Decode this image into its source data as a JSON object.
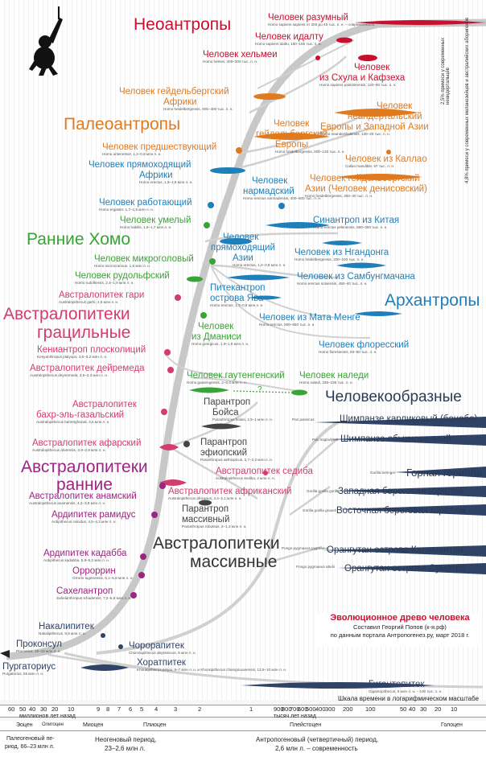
{
  "colors": {
    "neo": "#c8102e",
    "paleo": "#e07a1f",
    "erectus": "#1f7fb8",
    "homo": "#3aa335",
    "grac": "#d23c6e",
    "early": "#9b2582",
    "robust": "#444444",
    "ape": "#2f4366",
    "trunk": "#c7c7c7"
  },
  "groups": {
    "neo": "Неоантропы",
    "paleo": "Палеоантропы",
    "early_homo": "Ранние Хомо",
    "archanthropes": "Архантропы",
    "grac_1": "Австралопитеки",
    "grac_2": "грацильные",
    "apes": "Человекообразные",
    "early_1": "Австралопитеки",
    "early_2": "ранние",
    "robust_1": "Австралопитеки",
    "robust_2": "массивные"
  },
  "species": [
    {
      "id": "sapiens",
      "ru": "Человек разумный",
      "la": "Homo sapiens sapiens от 200 до 45 тыс. л. н. – современность"
    },
    {
      "id": "idaltu",
      "ru": "Человек идалту",
      "la": "Homo sapiens idaltu, 160–155 тыс. л. н."
    },
    {
      "id": "helmei",
      "ru": "Человек хельмеи",
      "la": "Homo helmei, 400–200 тыс. л. н."
    },
    {
      "id": "skhul1",
      "ru": "Человек",
      "la": ""
    },
    {
      "id": "skhul2",
      "ru": "из Схула и Кафзеха",
      "la": "Homo sapiens palestinensis, 120–80 тыс. л. н."
    },
    {
      "id": "heid_af1",
      "ru": "Человек гейдельбергский",
      "la": ""
    },
    {
      "id": "heid_af2",
      "ru": "Африки",
      "la": "Homo heidelbergensis, 600–400 тыс. л. н."
    },
    {
      "id": "neand1",
      "ru": "Человек",
      "la": ""
    },
    {
      "id": "neand2",
      "ru": "неандертальский",
      "la": ""
    },
    {
      "id": "neand3",
      "ru": "Европы и Западной Азии",
      "la": "Homo neanderthalensis, 130–28 тыс. л. н."
    },
    {
      "id": "heid_eu1",
      "ru": "Человек",
      "la": ""
    },
    {
      "id": "heid_eu2",
      "ru": "гейдельбергский",
      "la": ""
    },
    {
      "id": "heid_eu3",
      "ru": "Европы",
      "la": "Homo heidelbergensis, 800–130 тыс. л. н."
    },
    {
      "id": "antecessor",
      "ru": "Человек предшествующий",
      "la": "Homo antecessor, 1,2–0,8 млн л. н."
    },
    {
      "id": "callao",
      "ru": "Человек из Каллао",
      "la": "Callao mandible, 67 тыс. л. н."
    },
    {
      "id": "denis1",
      "ru": "Человек гейдельбергский",
      "la": ""
    },
    {
      "id": "denis2",
      "ru": "Азии (Человек денисовский)",
      "la": "Homo heidelbergensis, 350–40 тыс. л. н."
    },
    {
      "id": "erect_af1",
      "ru": "Человек прямоходящий",
      "la": ""
    },
    {
      "id": "erect_af2",
      "ru": "Африки",
      "la": "Homo erectus, 1,5–1,9 млн л. н."
    },
    {
      "id": "nard1",
      "ru": "Человек",
      "la": ""
    },
    {
      "id": "nard2",
      "ru": "нармадский",
      "la": "Homo erectus narmadensis, 400–500 тыс. л. н."
    },
    {
      "id": "ergaster",
      "ru": "Человек работающий",
      "la": "Homo ergaster, 1,7–1,5 млн л. н."
    },
    {
      "id": "habilis",
      "ru": "Человек умелый",
      "la": "Homo habilis, 1,9–1,7 млн л. н."
    },
    {
      "id": "sinan",
      "ru": "Синантроп из Китая",
      "la": "Homo erectus pekinensis, 580–250 тыс. л. н."
    },
    {
      "id": "erect_as1",
      "ru": "Человек",
      "la": ""
    },
    {
      "id": "erect_as2",
      "ru": "прямоходящий",
      "la": ""
    },
    {
      "id": "erect_as3",
      "ru": "Азии",
      "la": "Homo erectus, 1,2–0,8 млн л. н."
    },
    {
      "id": "micro",
      "ru": "Человек микроголовый",
      "la": "Homo microcranous, 1,6 млн л. н."
    },
    {
      "id": "ngandong",
      "ru": "Человек из Нгандонга",
      "la": "Homo heidelbergensis, 200–100 тыс. л. н."
    },
    {
      "id": "rudolf",
      "ru": "Человек рудольфский",
      "la": "Homo rudolfensis, 2,4–1,9 млн л. н."
    },
    {
      "id": "sambung",
      "ru": "Человек из Самбунгмачана",
      "la": "Homo erectus soloensis, 450–40 тыс. л. н."
    },
    {
      "id": "java1",
      "ru": "Питекантроп",
      "la": ""
    },
    {
      "id": "java2",
      "ru": "острова Ява",
      "la": "Homo erectus, 1,7–0,8 млн л. н."
    },
    {
      "id": "garhi",
      "ru": "Австралопитек гари",
      "la": "Australopithecus garhi, 2,5 млн л. н."
    },
    {
      "id": "menge",
      "ru": "Человек из Мата Менге",
      "la": "Homo erectus, 800–650 тыс. л. н."
    },
    {
      "id": "dmanisi1",
      "ru": "Человек",
      "la": ""
    },
    {
      "id": "dmanisi2",
      "ru": "из Дманиси",
      "la": "Homo georgicus, 1,9–1,8 млн л. н."
    },
    {
      "id": "flores",
      "ru": "Человек флоресский",
      "la": "Homo floresiensis, 93–50 тыс. л. н."
    },
    {
      "id": "kenyan",
      "ru": "Кениантроп плосколиций",
      "la": "Kenyanthropus platyops, 3,5–3,2 млн л. н."
    },
    {
      "id": "deyrem",
      "ru": "Австралопитек дейремеда",
      "la": "Australopithecus deyiremeda, 3,5–3,3 млн л. н."
    },
    {
      "id": "gauteng",
      "ru": "Человек гаутенгенский",
      "la": "Homo gautengensis, 2–0,8 млн л. н."
    },
    {
      "id": "naledi",
      "ru": "Человек наледи",
      "la": "Homo naledi, 335–236 тыс. л. н."
    },
    {
      "id": "bahr1",
      "ru": "Австралопитек",
      "la": ""
    },
    {
      "id": "bahr2",
      "ru": "бахр-эль-газальский",
      "la": "Australopithecus bahrelghazali, 3,6 млн л. н."
    },
    {
      "id": "boisei1",
      "ru": "Парантроп",
      "la": ""
    },
    {
      "id": "boisei2",
      "ru": "Бойса",
      "la": "Paranthropus boisei, 2,5–1 млн л. н."
    },
    {
      "id": "afar",
      "ru": "Австралопитек афарский",
      "la": "Australopithecus afarensis, 3,9–2,9 млн л. н."
    },
    {
      "id": "aethiop1",
      "ru": "Парантроп",
      "la": ""
    },
    {
      "id": "aethiop2",
      "ru": "эфиопский",
      "la": "Paranthropus aethiopicus, 2,7–2,3 млн л. н."
    },
    {
      "id": "sediba",
      "ru": "Австралопитек седиба",
      "la": "Australopithecus sediba, 2 млн л. н."
    },
    {
      "id": "anamensis",
      "ru": "Австралопитек анамский",
      "la": "Australopithecus anamensis, 4,2–3,8 млн л. н."
    },
    {
      "id": "africanus",
      "ru": "Австралопитек африканский",
      "la": "Australopithecus africanus, 3,4–2,1 млн л. н."
    },
    {
      "id": "ramidus",
      "ru": "Ардипитек рамидус",
      "la": "Ardipithecus ramidus, 4,5–4,3 млн л. н."
    },
    {
      "id": "robustus1",
      "ru": "Парантроп",
      "la": ""
    },
    {
      "id": "robustus2",
      "ru": "массивный",
      "la": "Paranthropus robustus, 2–1,3 млн л. н."
    },
    {
      "id": "kadabba",
      "ru": "Ардипитек кадабба",
      "la": "Ardipithecus kadabba, 5,8–5,2 млн л. н."
    },
    {
      "id": "orrorin",
      "ru": "Орроррин",
      "la": "Orrorin tugenensis, 6,1–5,8 млн л. н."
    },
    {
      "id": "sahel",
      "ru": "Сахелантроп",
      "la": "Sahelanthropus tchadensis, 7,2–6,8 млн л. н."
    },
    {
      "id": "nakali",
      "ru": "Накалипитек",
      "la": "Nakalipithecus, 9,8 млн л. н."
    },
    {
      "id": "proconsul",
      "ru": "Проконсул",
      "la": "Proconsul, 18–15 млн л. н."
    },
    {
      "id": "chorora",
      "ru": "Чорорапитек",
      "la": "Chororapithecus abyssinicus, 8 млн л. н."
    },
    {
      "id": "purga",
      "ru": "Пургаториус",
      "la": "Purgatorius, 65 млн л. н."
    },
    {
      "id": "khorat",
      "ru": "Хоратпитек",
      "la": "Khoratpithecus piriyai, 9–7 млн л. н. и Khoratpithecus chiangmuanensis, 13,5–10 млн л. н."
    },
    {
      "id": "giganto",
      "ru": "Гигантопитек",
      "la": "Gigantopithecus, 9 млн л. н. – 100 тыс. л. н."
    }
  ],
  "apes": [
    {
      "id": "bonobo",
      "ru": "Шимпанзе карликовый (бонобо)",
      "la": "Pan paniscus"
    },
    {
      "id": "chimp",
      "ru": "Шимпанзе обыкновенный",
      "la": "Pan troglodytes"
    },
    {
      "id": "gorilla",
      "ru": "Горная горилла",
      "la": "Gorilla beringei"
    },
    {
      "id": "wgorilla",
      "ru": "Западная береговая горилла",
      "la": "Gorilla gorilla gorilla"
    },
    {
      "id": "egorilla",
      "ru": "Восточная береговая горилла",
      "la": "Gorilla gorilla graueri"
    },
    {
      "id": "orang_k",
      "ru": "Орангутан острова Калимантан",
      "la": "Pongo pygmaeus pygmaeus"
    },
    {
      "id": "orang_s",
      "ru": "Орангутан острова Суматра",
      "la": "Pongo pygmaeus abelii"
    }
  ],
  "side_notes": [
    "2,5% примеси у современных неандертальцев",
    "4,8% примеси у современных меланезийцев и австралийских аборигенов"
  ],
  "question": "?",
  "title_box": {
    "title": "Эволюционное древо человека",
    "author": "Составил Георгий Попов (к-я.рф)",
    "source": "по данным портала Антропогенез.ру, март 2018 г."
  },
  "scale_note": "Шкала времени в логарифмическом масштабе",
  "axis": {
    "left_ticks": [
      "60",
      "50",
      "40",
      "30",
      "20",
      "10",
      "9",
      "8",
      "7",
      "6",
      "5",
      "4",
      "3"
    ],
    "mid_ticks": [
      "2",
      "1",
      "900",
      "800",
      "700",
      "600",
      "500",
      "400",
      "300",
      "200",
      "100"
    ],
    "right_ticks": [
      "50",
      "40",
      "30",
      "20",
      "10"
    ],
    "mln_label": "миллионов лет назад",
    "ths_label": "тысяч лет назад"
  },
  "epochs": [
    "Эоцен",
    "Олигоцен",
    "Миоцен",
    "Плиоцен",
    "Плейстоцен",
    "Голоцен"
  ],
  "periods": [
    "Палеогеновый пе-",
    "риод, 66–23 млн л.",
    "Неогеновый период,",
    "23–2,6 млн л.",
    "Антропогеновый (четвертичный) период,",
    "2,6 млн л. – современность"
  ]
}
